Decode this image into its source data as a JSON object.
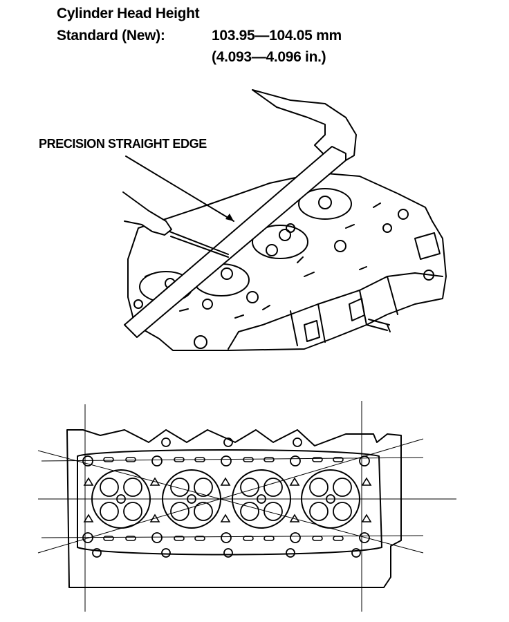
{
  "spec": {
    "title": "Cylinder Head Height",
    "standard_label": "Standard (New):",
    "standard_mm": "103.95—104.05 mm",
    "standard_in": "(4.093—4.096 in.)"
  },
  "figure1": {
    "callout_label": "PRECISION STRAIGHT EDGE"
  }
}
